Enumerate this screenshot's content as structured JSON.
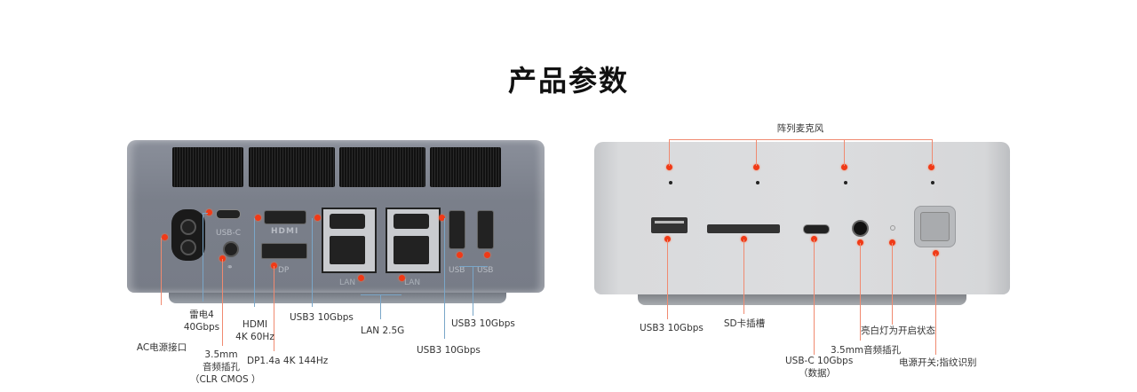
{
  "title": "产品参数",
  "back_panel": {
    "silkscreen": {
      "usb_c": "USB-C",
      "hdmi": "HDMI",
      "dp": "DP",
      "lan1": "LAN",
      "lan2": "LAN",
      "usb1": "USB",
      "usb2": "USB"
    },
    "labels": {
      "ac_power": "AC电源接口",
      "thunderbolt_line1": "雷电4",
      "thunderbolt_line2": "40Gbps",
      "audio_line1": "3.5mm",
      "audio_line2": "音频插孔",
      "audio_line3": "（CLR CMOS ）",
      "hdmi_line1": "HDMI",
      "hdmi_line2": "4K 60Hz",
      "dp": "DP1.4a 4K 144Hz",
      "usb3_top_left": "USB3 10Gbps",
      "lan": "LAN 2.5G",
      "usb3_top_right": "USB3 10Gbps",
      "usb3_bottom": "USB3 10Gbps"
    }
  },
  "front_panel": {
    "labels": {
      "mic_array": "阵列麦克风",
      "usb3": "USB3 10Gbps",
      "sd_slot": "SD卡插槽",
      "usb_c_line1": "USB-C 10Gbps",
      "usb_c_line2": "（数据）",
      "audio": "3.5mm音频插孔",
      "led": "亮白灯为开启状态",
      "power": "电源开关;指纹识别"
    }
  },
  "colors": {
    "marker": "#f03a17",
    "leader_blue": "#7aa6c8",
    "leader_red": "#f08a70"
  }
}
